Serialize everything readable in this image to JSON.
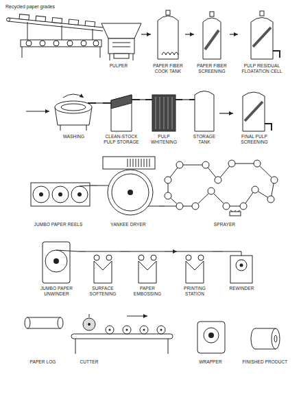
{
  "diagram": {
    "nodes": [
      {
        "text": [
          "PULPER"
        ]
      },
      {
        "text": [
          "PAPER FIBER COOK TANK"
        ]
      },
      {
        "text": [
          "PAPER FIBER SCREENING"
        ]
      },
      {
        "text": [
          "PULP RESIDUAL FLOATATION CELL"
        ]
      },
      {
        "text": [
          "WASHING"
        ]
      },
      {
        "text": [
          "CLEAN-STOCK PULP STORAGE"
        ]
      },
      {
        "text": [
          "PULP WHITENING"
        ]
      },
      {
        "text": [
          "STORAGE TANK"
        ]
      },
      {
        "text": [
          "FINAL PULP SCREENING"
        ]
      },
      {
        "text": [
          "JUMBO PAPER REELS"
        ]
      },
      {
        "text": [
          "YANKEE DRYER"
        ]
      },
      {
        "text": [
          "SPRAYER"
        ]
      },
      {
        "text": [
          "JUMBO PAPER UNWINDER"
        ]
      },
      {
        "text": [
          "SURFACE SOFTENING"
        ]
      },
      {
        "text": [
          "PAPER EMBOSSING"
        ]
      },
      {
        "text": [
          "PRINTING STATION"
        ]
      },
      {
        "text": [
          "REWINDER"
        ]
      },
      {
        "text": [
          "PAPER LOG"
        ]
      },
      {
        "text": [
          "CUTTER"
        ]
      },
      {
        "text": [
          "WRAPPER"
        ]
      },
      {
        "text": [
          "FINISHED PRODUCT"
        ]
      }
    ],
    "edges": [
      {
        "from": 0,
        "to": 1,
        "arrow": "to"
      },
      {
        "from": 1,
        "to": 2,
        "arrow": "to"
      },
      {
        "from": 2,
        "to": 3,
        "arrow": "to"
      },
      {
        "from": 4,
        "to": 5,
        "arrow": "none"
      },
      {
        "from": 5,
        "to": 6,
        "arrow": "none"
      },
      {
        "from": 6,
        "to": 7,
        "arrow": "none"
      },
      {
        "from": 7,
        "to": 8,
        "arrow": "to"
      },
      {
        "from": 10,
        "to": 9,
        "arrow": "none"
      },
      {
        "from": 10,
        "to": 11,
        "arrow": "none"
      },
      {
        "from": 12,
        "to": 13,
        "arrow": "none"
      },
      {
        "from": 13,
        "to": 14,
        "arrow": "none"
      },
      {
        "from": 14,
        "to": 15,
        "arrow": "to"
      },
      {
        "from": 15,
        "to": 16,
        "arrow": "none"
      }
    ],
    "labels": [
      "Recycled paper grades"
    ]
  }
}
